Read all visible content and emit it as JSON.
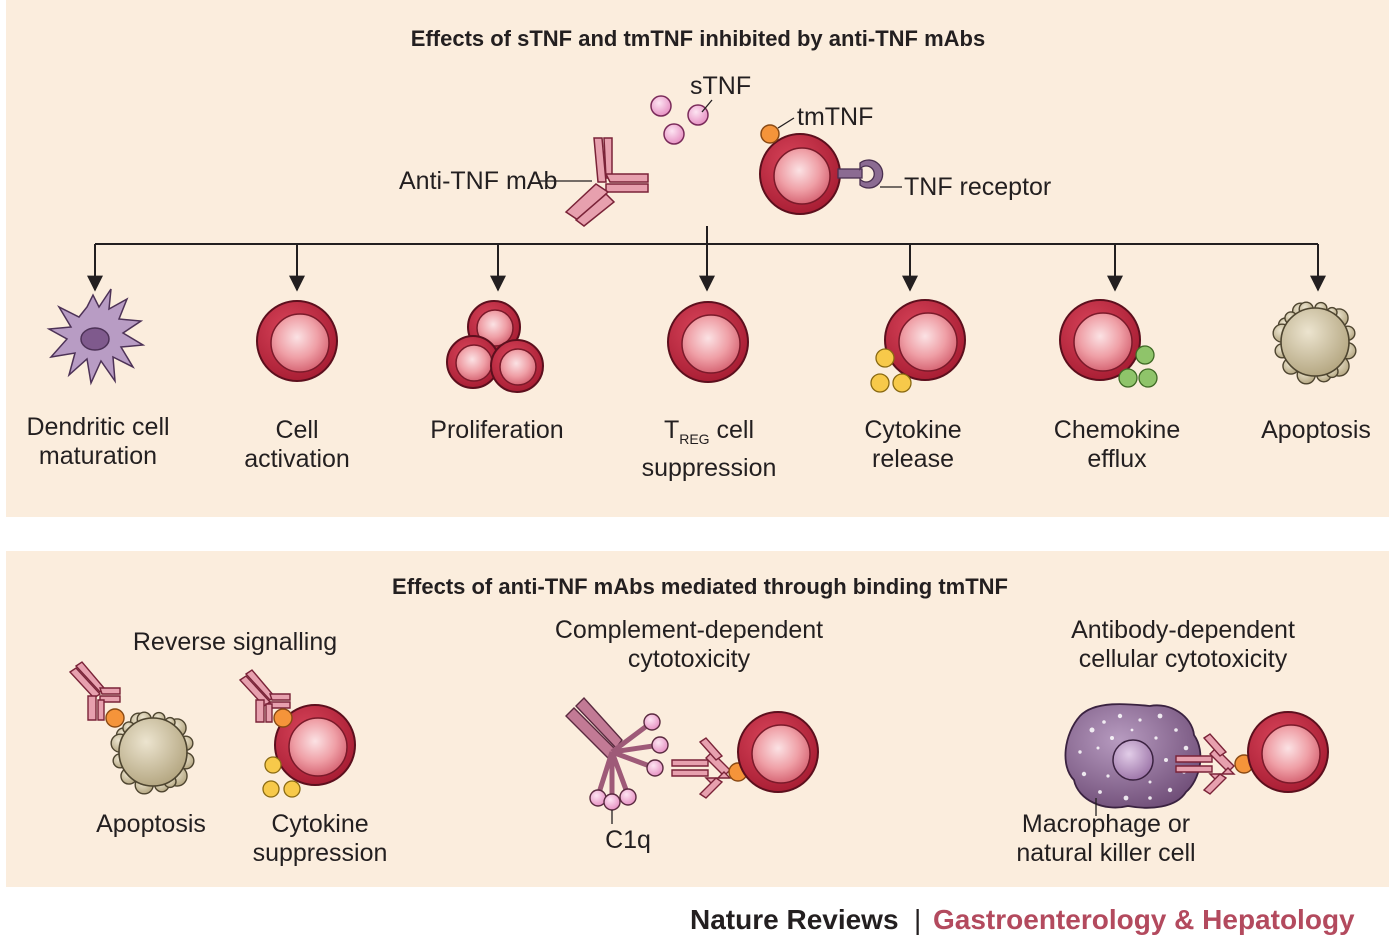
{
  "top_panel": {
    "title": "Effects of sTNF and tmTNF inhibited by anti-TNF mAbs",
    "legend": {
      "stnf": "sTNF",
      "tmtnf": "tmTNF",
      "antibody": "Anti-TNF mAb",
      "receptor": "TNF receptor"
    },
    "effects": [
      {
        "line1": "Dendritic cell",
        "line2": "maturation"
      },
      {
        "line1": "Cell",
        "line2": "activation"
      },
      {
        "line1": "Proliferation",
        "line2": ""
      },
      {
        "line1_main": "T",
        "line1_sub": "REG",
        "line1_rest": " cell",
        "line2": "suppression"
      },
      {
        "line1": "Cytokine",
        "line2": "release"
      },
      {
        "line1": "Chemokine",
        "line2": "efflux"
      },
      {
        "line1": "Apoptosis",
        "line2": ""
      }
    ]
  },
  "bottom_panel": {
    "title": "Effects of anti-TNF mAbs mediated through binding tmTNF",
    "reverse_signalling": {
      "heading": "Reverse signalling",
      "apoptosis": "Apoptosis",
      "cytokine_line1": "Cytokine",
      "cytokine_line2": "suppression"
    },
    "cdc": {
      "line1": "Complement-dependent",
      "line2": "cytotoxicity",
      "c1q": "C1q"
    },
    "adcc": {
      "line1": "Antibody-dependent",
      "line2": "cellular cytotoxicity",
      "effector_line1": "Macrophage or",
      "effector_line2": "natural killer cell"
    }
  },
  "footer": {
    "journal_family": "Nature Reviews",
    "separator": "|",
    "journal": "Gastroenterology & Hepatology"
  },
  "colors": {
    "panel": "#fbeddd",
    "cell_red": "#b8263a",
    "stnf_pink": "#f4b8da",
    "tmtnf_orange": "#f5943a",
    "receptor_purple": "#8b6b92",
    "apoptotic_beige": "#c9bc9a",
    "cytokine_yellow": "#f7c94a",
    "chemokine_green": "#8fc46a",
    "dendritic_purple": "#b89cc4",
    "journal_color": "#b34a5e"
  }
}
